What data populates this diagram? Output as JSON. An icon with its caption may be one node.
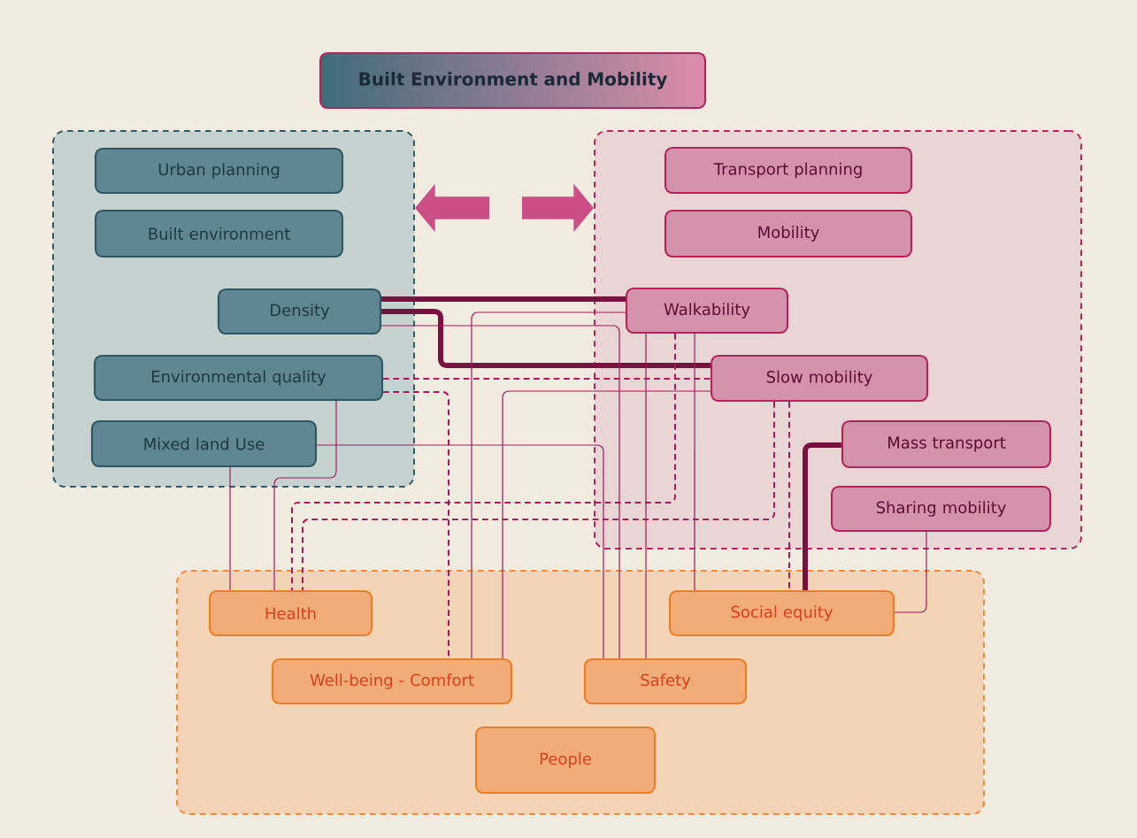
{
  "diagram": {
    "nodes": [
      {
        "text": [
          "Built Environment and Mobility"
        ]
      },
      {
        "text": [],
        "shape": "box"
      },
      {
        "text": [],
        "shape": "box"
      },
      {
        "text": [],
        "shape": "box"
      },
      {
        "text": [
          "Urban planning"
        ],
        "in": 1
      },
      {
        "text": [
          "Built environment"
        ],
        "in": 1
      },
      {
        "text": [
          "Density"
        ],
        "in": 1
      },
      {
        "text": [
          "Environmental quality"
        ],
        "in": 1
      },
      {
        "text": [
          "Mixed land Use"
        ],
        "in": 1
      },
      {
        "text": [
          "Transport planning"
        ],
        "in": 2
      },
      {
        "text": [
          "Mobility"
        ],
        "in": 2
      },
      {
        "text": [
          "Walkability"
        ],
        "in": 2
      },
      {
        "text": [
          "Slow mobility"
        ],
        "in": 2
      },
      {
        "text": [
          "Mass transport"
        ],
        "in": 2
      },
      {
        "text": [
          "Sharing mobility"
        ],
        "in": 2
      },
      {
        "text": [
          "Health"
        ],
        "in": 3
      },
      {
        "text": [
          "Well-being - Comfort"
        ],
        "in": 3
      },
      {
        "text": [
          "Safety"
        ],
        "in": 3
      },
      {
        "text": [
          "Social equity"
        ],
        "in": 3
      },
      {
        "text": [
          "People"
        ],
        "in": 3
      }
    ],
    "edges": [
      {
        "from": null,
        "to": 1,
        "arrow": "to",
        "style": "thick",
        "color": "#c94f85"
      },
      {
        "from": null,
        "to": 2,
        "arrow": "to",
        "style": "thick",
        "color": "#c94f85"
      },
      {
        "from": 6,
        "to": 11,
        "arrow": "none",
        "style": "thick",
        "color": "#7a1040"
      },
      {
        "from": 6,
        "to": 12,
        "arrow": "none",
        "style": "thick",
        "color": "#7a1040"
      },
      {
        "from": 6,
        "to": 17,
        "arrow": "none"
      },
      {
        "from": 11,
        "to": 16,
        "arrow": "none"
      },
      {
        "from": 11,
        "to": 17,
        "arrow": "none"
      },
      {
        "from": 11,
        "to": 15,
        "arrow": "none",
        "style": "dashed"
      },
      {
        "from": 11,
        "to": 18,
        "arrow": "none"
      },
      {
        "from": 7,
        "to": 12,
        "arrow": "none",
        "style": "dashed"
      },
      {
        "from": 7,
        "to": 16,
        "arrow": "none",
        "style": "dashed"
      },
      {
        "from": 7,
        "to": 15,
        "arrow": "none"
      },
      {
        "from": 12,
        "to": 16,
        "arrow": "none"
      },
      {
        "from": 12,
        "to": 15,
        "arrow": "none",
        "style": "dashed"
      },
      {
        "from": 12,
        "to": 18,
        "arrow": "none",
        "style": "dashed"
      },
      {
        "from": 8,
        "to": 17,
        "arrow": "none"
      },
      {
        "from": 8,
        "to": 15,
        "arrow": "none"
      },
      {
        "from": 13,
        "to": 18,
        "arrow": "none",
        "style": "thick",
        "color": "#7a1040"
      },
      {
        "from": 14,
        "to": 18,
        "arrow": "none"
      }
    ]
  }
}
